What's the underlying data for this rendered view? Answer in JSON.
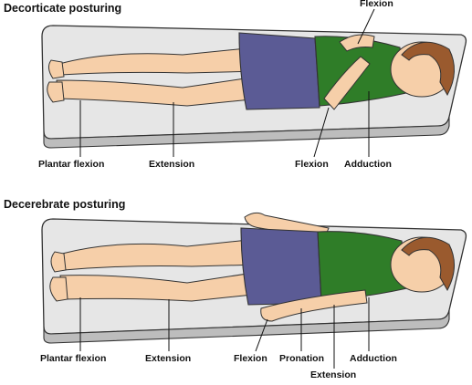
{
  "panels": [
    {
      "title": "Decorticate posturing",
      "labels": {
        "plantar_flexion": "Plantar flexion",
        "extension": "Extension",
        "flexion_bottom": "Flexion",
        "adduction": "Adduction",
        "flexion_top": "Flexion"
      }
    },
    {
      "title": "Decerebrate posturing",
      "labels": {
        "plantar_flexion": "Plantar flexion",
        "extension_legs": "Extension",
        "flexion": "Flexion",
        "pronation": "Pronation",
        "extension_arm": "Extension",
        "adduction": "Adduction"
      }
    }
  ],
  "colors": {
    "mattress": "#dcdcdc",
    "skin": "#f6cfa9",
    "shorts": "#5b5b95",
    "shirt": "#2f7d28",
    "hair": "#9a5a2e"
  }
}
